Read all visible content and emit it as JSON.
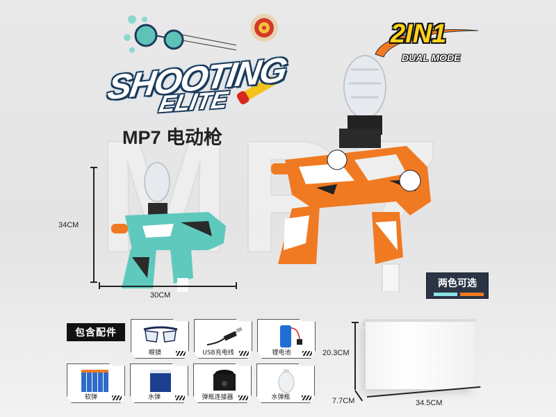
{
  "watermark": "MP7",
  "logo": {
    "title": "SHOOTING",
    "subtitle": "ELITE",
    "icons": [
      "gel-ball-icon",
      "target-icon",
      "foam-dart-icon"
    ]
  },
  "product": {
    "model_line": "MP7 电动枪",
    "badge_big": "2IN1",
    "badge_small": "DUAL MODE"
  },
  "small_gun": {
    "height_label": "34CM",
    "width_label": "30CM",
    "color": "#5fc9bd"
  },
  "large_gun": {
    "color": "#f07a22"
  },
  "color_option": {
    "label": "两色可选",
    "swatches": [
      "#8fe3e8",
      "#f07a22"
    ]
  },
  "accessories": {
    "header": "包含配件",
    "items": [
      {
        "label": "眼镜",
        "icon": "glasses-icon"
      },
      {
        "label": "USB充电线",
        "icon": "usb-cable-icon"
      },
      {
        "label": "锂电池",
        "icon": "battery-icon"
      },
      {
        "label": "软弹",
        "icon": "foam-darts-icon"
      },
      {
        "label": "水弹",
        "icon": "gel-beads-icon"
      },
      {
        "label": "弹瓶连接器",
        "icon": "bottle-connector-icon"
      },
      {
        "label": "水弹瓶",
        "icon": "ammo-bottle-icon"
      }
    ]
  },
  "package": {
    "height_label": "20.3CM",
    "depth_label": "7.7CM",
    "width_label": "34.5CM"
  }
}
